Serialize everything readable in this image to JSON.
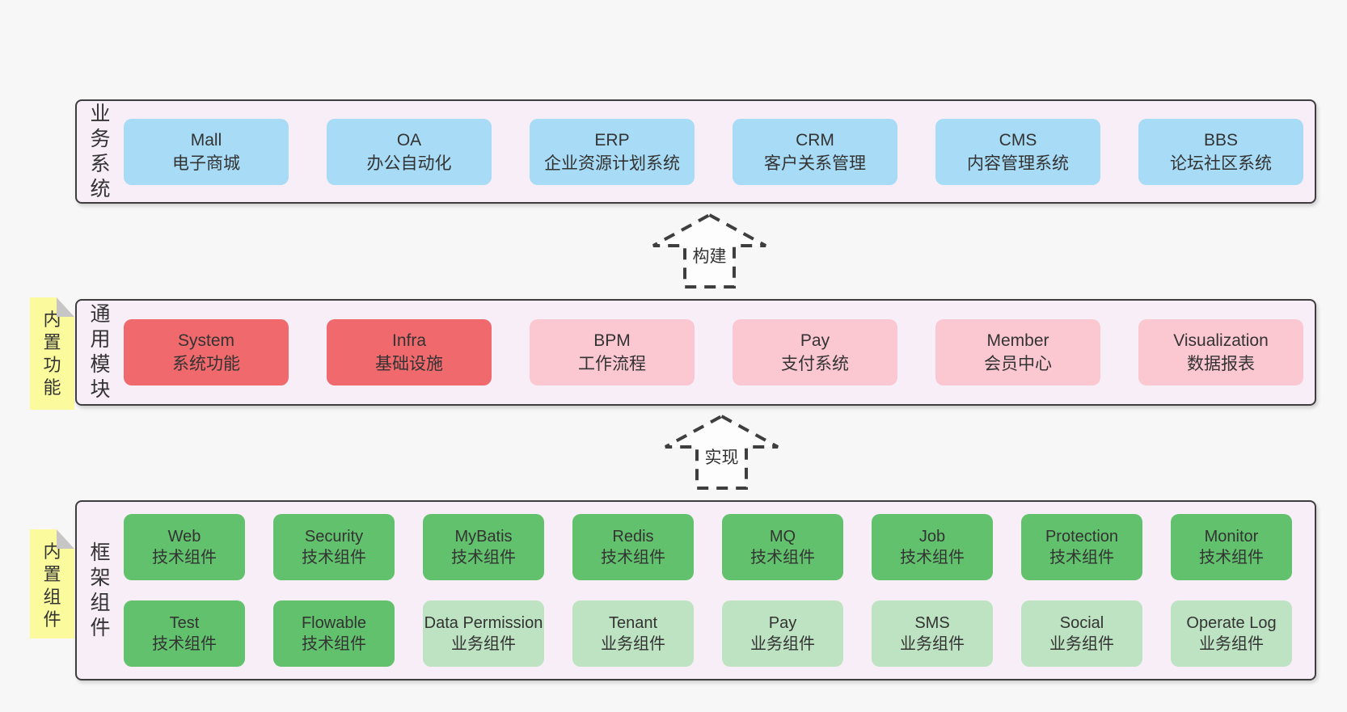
{
  "colors": {
    "page_bg": "#f7f7f7",
    "container_bg": "#f8eef7",
    "container_border": "#3e3e3e",
    "box_blue": "#a8dbf5",
    "box_red": "#f0696c",
    "box_pink": "#fbc8d2",
    "box_green": "#62c16c",
    "box_green_light": "#bee3c2",
    "sticky_yellow": "#fbfb9d",
    "sticky_fold": "#c6c6c6",
    "text": "#333333",
    "arrow_fill": "#fdfdfd"
  },
  "arrows": [
    {
      "label": "构建"
    },
    {
      "label": "实现"
    }
  ],
  "layers": [
    {
      "label": "业务系统",
      "boxes": [
        {
          "title": "Mall",
          "subtitle": "电子商城",
          "variant": "blue"
        },
        {
          "title": "OA",
          "subtitle": "办公自动化",
          "variant": "blue"
        },
        {
          "title": "ERP",
          "subtitle": "企业资源计划系统",
          "variant": "blue"
        },
        {
          "title": "CRM",
          "subtitle": "客户关系管理",
          "variant": "blue"
        },
        {
          "title": "CMS",
          "subtitle": "内容管理系统",
          "variant": "blue"
        },
        {
          "title": "BBS",
          "subtitle": "论坛社区系统",
          "variant": "blue"
        }
      ]
    },
    {
      "label": "通用模块",
      "note": "内置功能",
      "boxes": [
        {
          "title": "System",
          "subtitle": "系统功能",
          "variant": "red"
        },
        {
          "title": "Infra",
          "subtitle": "基础设施",
          "variant": "red"
        },
        {
          "title": "BPM",
          "subtitle": "工作流程",
          "variant": "pink"
        },
        {
          "title": "Pay",
          "subtitle": "支付系统",
          "variant": "pink"
        },
        {
          "title": "Member",
          "subtitle": "会员中心",
          "variant": "pink"
        },
        {
          "title": "Visualization",
          "subtitle": "数据报表",
          "variant": "pink"
        }
      ]
    },
    {
      "label": "框架组件",
      "note": "内置组件",
      "rows": [
        [
          {
            "title": "Web",
            "subtitle": "技术组件",
            "variant": "green"
          },
          {
            "title": "Security",
            "subtitle": "技术组件",
            "variant": "green"
          },
          {
            "title": "MyBatis",
            "subtitle": "技术组件",
            "variant": "green"
          },
          {
            "title": "Redis",
            "subtitle": "技术组件",
            "variant": "green"
          },
          {
            "title": "MQ",
            "subtitle": "技术组件",
            "variant": "green"
          },
          {
            "title": "Job",
            "subtitle": "技术组件",
            "variant": "green"
          },
          {
            "title": "Protection",
            "subtitle": "技术组件",
            "variant": "green"
          },
          {
            "title": "Monitor",
            "subtitle": "技术组件",
            "variant": "green"
          }
        ],
        [
          {
            "title": "Test",
            "subtitle": "技术组件",
            "variant": "green"
          },
          {
            "title": "Flowable",
            "subtitle": "技术组件",
            "variant": "green"
          },
          {
            "title": "Data Permission",
            "subtitle": "业务组件",
            "variant": "green-light"
          },
          {
            "title": "Tenant",
            "subtitle": "业务组件",
            "variant": "green-light"
          },
          {
            "title": "Pay",
            "subtitle": "业务组件",
            "variant": "green-light"
          },
          {
            "title": "SMS",
            "subtitle": "业务组件",
            "variant": "green-light"
          },
          {
            "title": "Social",
            "subtitle": "业务组件",
            "variant": "green-light"
          },
          {
            "title": "Operate Log",
            "subtitle": "业务组件",
            "variant": "green-light"
          }
        ]
      ]
    }
  ]
}
